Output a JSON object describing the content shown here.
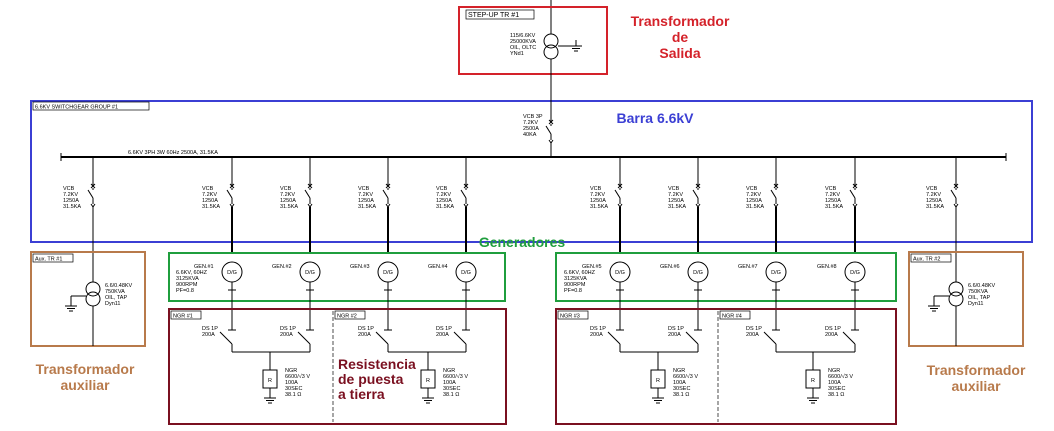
{
  "annotations": {
    "transformador_salida": [
      "Transformador",
      "de",
      "Salida"
    ],
    "barra": "Barra 6.6kV",
    "generadores": "Generadores",
    "resistencia": [
      "Resistencia",
      "de puesta",
      "a tierra"
    ],
    "aux_left": [
      "Transformador",
      "auxiliar"
    ],
    "aux_right": [
      "Transformador",
      "auxiliar"
    ]
  },
  "colors": {
    "red": "#d4222a",
    "blue": "#3b3fd4",
    "green": "#1f9e3d",
    "brown": "#b87a4b",
    "maroon": "#7a1020"
  },
  "stepup": {
    "title": "STEP-UP TR #1",
    "specs": [
      "115/6.6KV",
      "25000KVA",
      "OIL, OLTC",
      "YNd1"
    ]
  },
  "switchgear": {
    "title": "6.6KV SWITCHGEAR GROUP #1",
    "bus_label": "6.6KV 3PH 3W 60Hz 2500A, 31.5KA",
    "main_vcb": [
      "VCB 3P",
      "7.2KV",
      "2500A",
      "40KA"
    ]
  },
  "feeder_vcb": [
    "VCB",
    "7.2KV",
    "1250A",
    "31.5KA"
  ],
  "aux_tr": [
    {
      "title": "Aux. TR #1",
      "specs": [
        "6.6/0.48KV",
        "750KVA",
        "OIL, TAP",
        "Dyn11"
      ]
    },
    {
      "title": "Aux. TR #2",
      "specs": [
        "6.6/0.48KV",
        "750KVA",
        "OIL, TAP",
        "Dyn11"
      ]
    }
  ],
  "generators": {
    "symbol": "D/G",
    "labels": [
      "GEN.#1",
      "GEN.#2",
      "GEN.#3",
      "GEN.#4",
      "GEN.#5",
      "GEN.#6",
      "GEN.#7",
      "GEN.#8"
    ],
    "specs_a": [
      "6.6KV, 60HZ",
      "3125KVA",
      "900RPM",
      "PF=0.8"
    ],
    "specs_b": [
      "6.6KV, 60HZ",
      "3125KVA",
      "900RPM",
      "PF=0.8"
    ]
  },
  "ngr": {
    "titles": [
      "NGR #1",
      "NGR #2",
      "NGR #3",
      "NGR #4"
    ],
    "ds": [
      "DS 1P",
      "200A"
    ],
    "resistor": "R",
    "specs": [
      "NGR",
      "6600/√3 V",
      "100A",
      "30SEC",
      "38.1 Ω"
    ]
  }
}
